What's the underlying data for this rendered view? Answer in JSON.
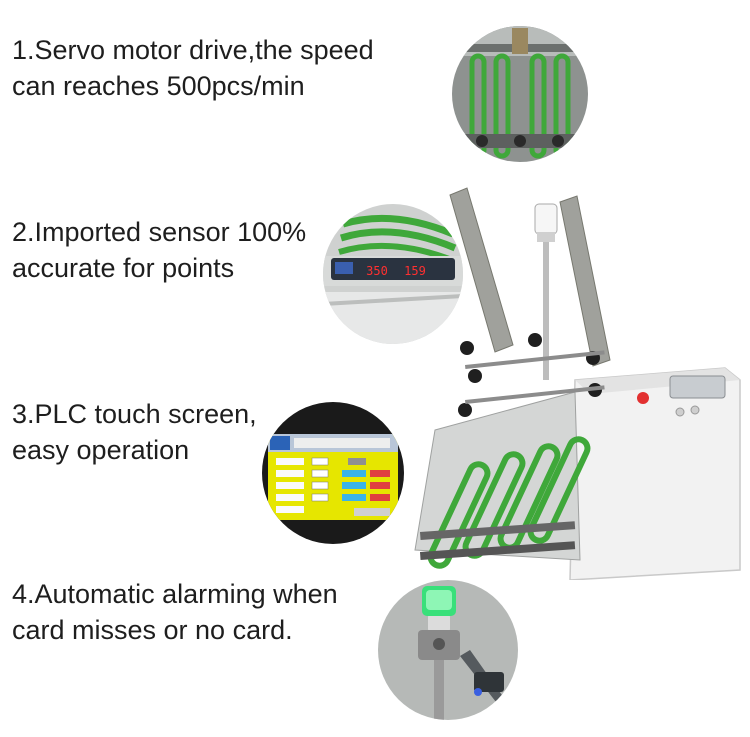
{
  "features": [
    {
      "line1": "1.Servo motor drive,the speed",
      "line2": "can reaches 500pcs/min"
    },
    {
      "line1": "2.Imported sensor 100%",
      "line2": "accurate for points"
    },
    {
      "line1": "3.PLC touch screen,",
      "line2": "easy operation"
    },
    {
      "line1": "4.Automatic alarming when",
      "line2": "card misses or no card."
    }
  ],
  "sensor_display": {
    "left": "350",
    "right": "159"
  },
  "colors": {
    "belt_green": "#3fa83a",
    "sensor_red": "#ff3030",
    "alarm_green": "#39e07a",
    "panel_yellow": "#f4f000",
    "machine_white": "#f2f2f2"
  },
  "icons": {
    "detail_1": "servo-belt-icon",
    "detail_2": "sensor-icon",
    "detail_3": "touch-screen-icon",
    "detail_4": "alarm-light-icon"
  }
}
